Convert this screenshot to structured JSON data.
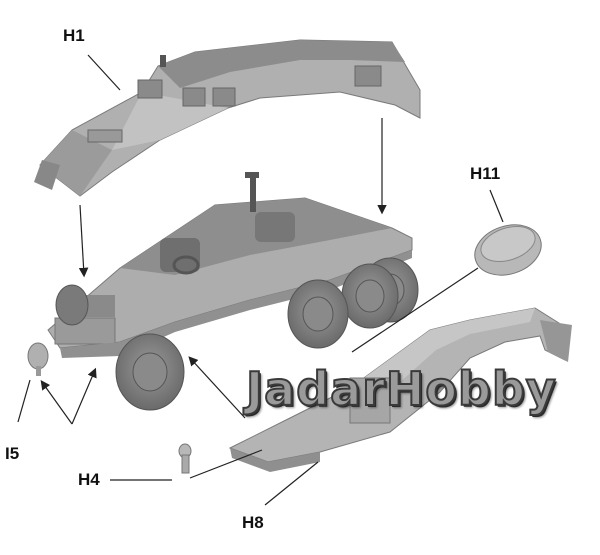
{
  "labels": {
    "h1": "H1",
    "h11": "H11",
    "i5": "I5",
    "h4": "H4",
    "h8": "H8"
  },
  "watermark": "JadarHobby",
  "colors": {
    "plastic": "#a9a9a9",
    "plastic_light": "#c4c4c4",
    "plastic_dark": "#6f6f6f",
    "tyre": "#7d7d7d",
    "line": "#222222"
  }
}
